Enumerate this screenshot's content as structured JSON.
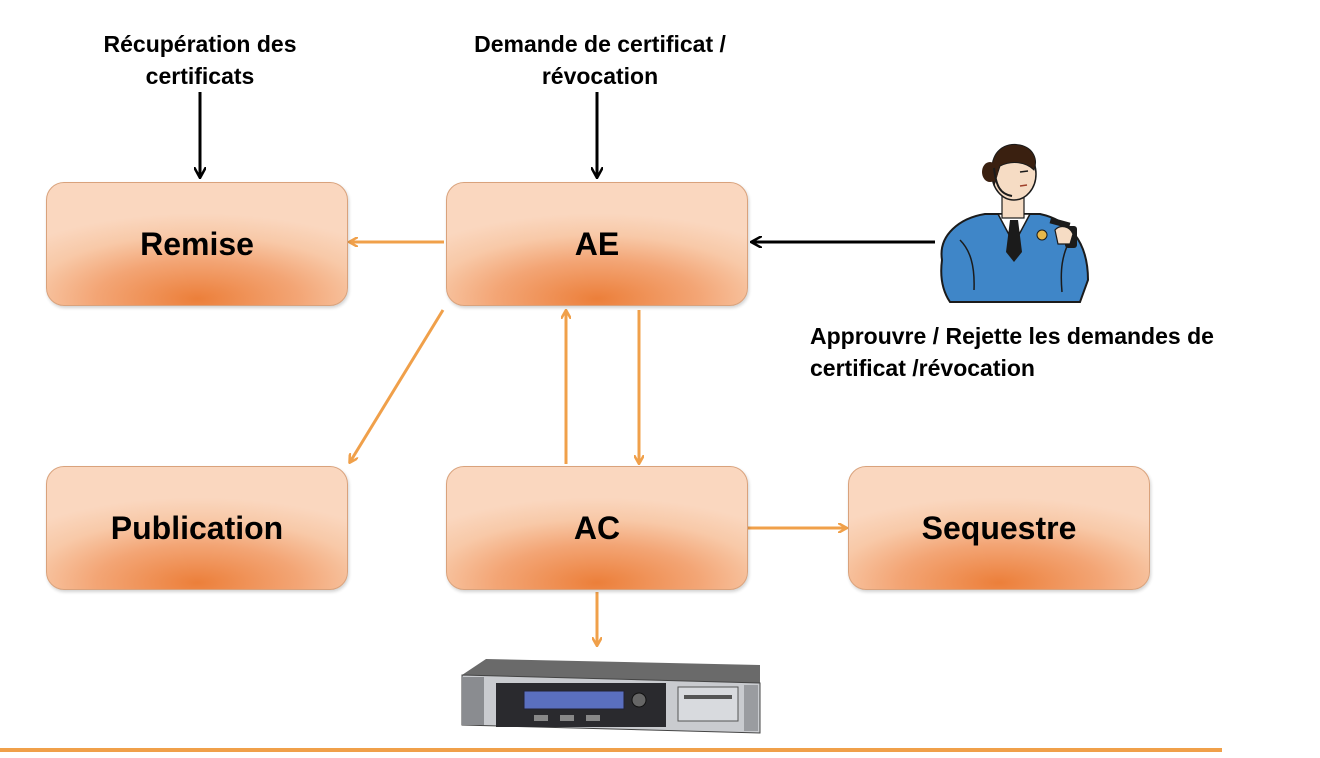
{
  "captions": {
    "recuperation": "Récupération des certificats",
    "demande": "Demande de certificat / révocation",
    "approuve_line1": "Approuvre / Rejette les demandes de",
    "approuve_line2": "certificat /révocation"
  },
  "nodes": {
    "remise": "Remise",
    "ae": "AE",
    "publication": "Publication",
    "ac": "AC",
    "sequestre": "Sequestre"
  },
  "icons": {
    "officer": "officer-illustration-icon",
    "server": "rack-server-icon"
  },
  "colors": {
    "orange_arrow": "#f0a04a",
    "black_arrow": "#000000",
    "box_core": "#ec7f3a",
    "box_edge": "#fad7bf",
    "uniform": "#3f86c8"
  }
}
